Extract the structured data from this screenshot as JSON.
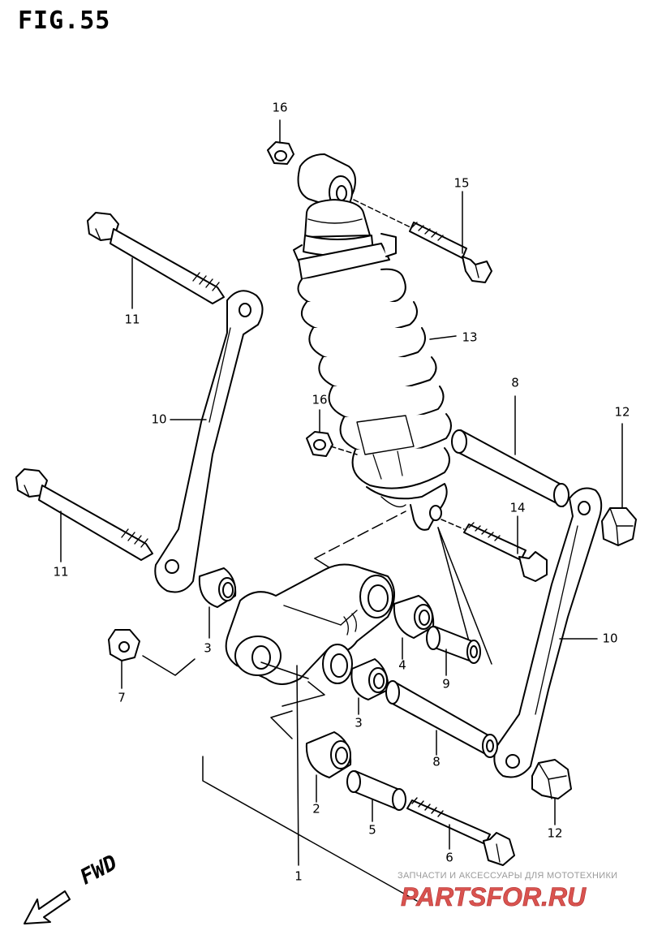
{
  "figure": {
    "title": "FIG.55"
  },
  "callouts": [
    {
      "id": "c16a",
      "text": "16"
    },
    {
      "id": "c15",
      "text": "15"
    },
    {
      "id": "c11a",
      "text": "11"
    },
    {
      "id": "c13",
      "text": "13"
    },
    {
      "id": "c10a",
      "text": "10"
    },
    {
      "id": "c16b",
      "text": "16"
    },
    {
      "id": "c8a",
      "text": "8"
    },
    {
      "id": "c12a",
      "text": "12"
    },
    {
      "id": "c11b",
      "text": "11"
    },
    {
      "id": "c14",
      "text": "14"
    },
    {
      "id": "c3a",
      "text": "3"
    },
    {
      "id": "c4",
      "text": "4"
    },
    {
      "id": "c7",
      "text": "7"
    },
    {
      "id": "c9",
      "text": "9"
    },
    {
      "id": "c10b",
      "text": "10"
    },
    {
      "id": "c3b",
      "text": "3"
    },
    {
      "id": "c8b",
      "text": "8"
    },
    {
      "id": "c2",
      "text": "2"
    },
    {
      "id": "c5",
      "text": "5"
    },
    {
      "id": "c12b",
      "text": "12"
    },
    {
      "id": "c6",
      "text": "6"
    },
    {
      "id": "c1",
      "text": "1"
    }
  ],
  "direction_label": "FWD",
  "watermark": {
    "tagline": "ЗАПЧАСТИ И АКСЕССУАРЫ ДЛЯ МОТОТЕХНИКИ",
    "logo": "PARTSFOR.RU",
    "color": "#d9534f"
  }
}
